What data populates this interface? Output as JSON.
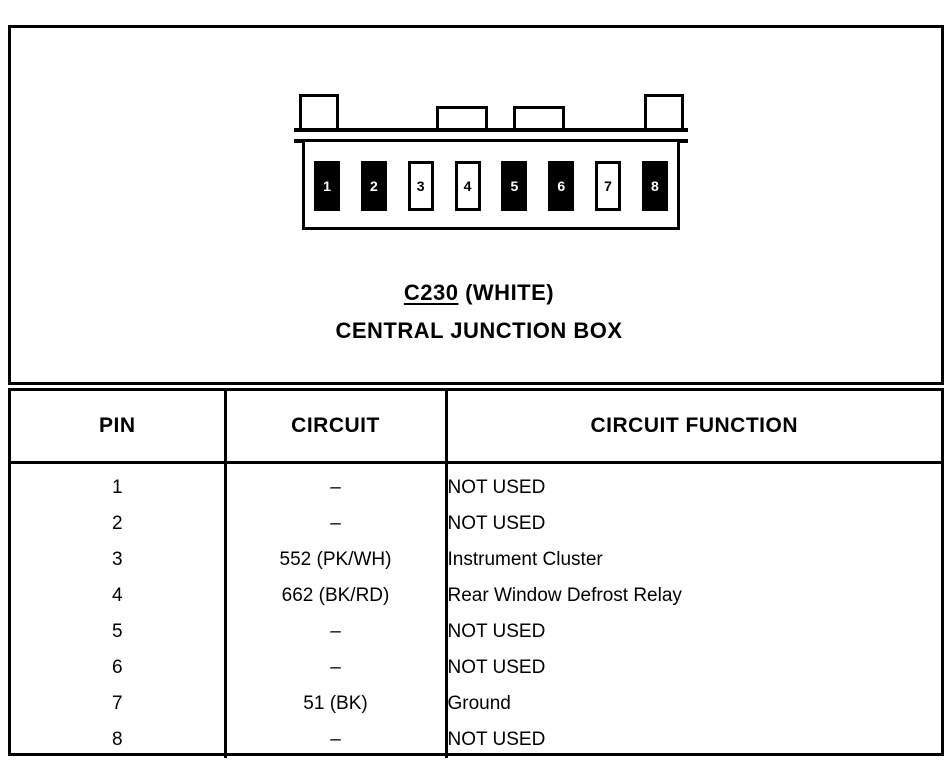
{
  "connector": {
    "label_code": "C230",
    "label_color": "(WHITE)",
    "label_name": "CENTRAL JUNCTION BOX",
    "cavities": [
      {
        "number": "1",
        "state": "filled"
      },
      {
        "number": "2",
        "state": "filled"
      },
      {
        "number": "3",
        "state": "open"
      },
      {
        "number": "4",
        "state": "open"
      },
      {
        "number": "5",
        "state": "filled"
      },
      {
        "number": "6",
        "state": "filled"
      },
      {
        "number": "7",
        "state": "open"
      },
      {
        "number": "8",
        "state": "filled"
      }
    ]
  },
  "table": {
    "headers": {
      "pin": "PIN",
      "circuit": "CIRCUIT",
      "function": "CIRCUIT FUNCTION"
    },
    "rows": [
      {
        "pin": "1",
        "circuit": "–",
        "function": "NOT USED"
      },
      {
        "pin": "2",
        "circuit": "–",
        "function": "NOT USED"
      },
      {
        "pin": "3",
        "circuit": "552 (PK/WH)",
        "function": "Instrument Cluster"
      },
      {
        "pin": "4",
        "circuit": "662 (BK/RD)",
        "function": "Rear Window Defrost Relay"
      },
      {
        "pin": "5",
        "circuit": "–",
        "function": "NOT USED"
      },
      {
        "pin": "6",
        "circuit": "–",
        "function": "NOT USED"
      },
      {
        "pin": "7",
        "circuit": "51 (BK)",
        "function": "Ground"
      },
      {
        "pin": "8",
        "circuit": "–",
        "function": "NOT USED"
      }
    ]
  },
  "colors": {
    "ink": "#000000",
    "paper": "#ffffff"
  }
}
